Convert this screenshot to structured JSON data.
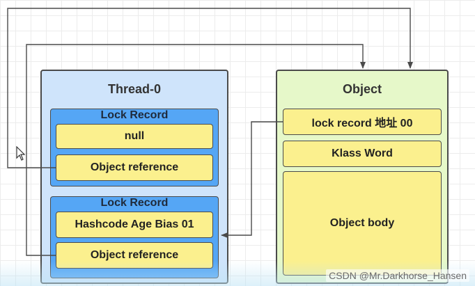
{
  "thread": {
    "title": "Thread-0",
    "records": [
      {
        "header": "Lock Record",
        "top_cell": "null",
        "bottom_cell": "Object reference"
      },
      {
        "header": "Lock Record",
        "top_cell": "Hashcode Age Bias 01",
        "bottom_cell": "Object reference"
      }
    ]
  },
  "object": {
    "title": "Object",
    "mark_word": "lock record 地址 00",
    "klass_word": "Klass Word",
    "body": "Object body"
  },
  "watermark": "CSDN @Mr.Darkhorse_Hansen",
  "colors": {
    "thread_panel": "#cfe4fb",
    "object_panel": "#e6f8c9",
    "lock_record": "#55a6f5",
    "cell": "#fbf08e",
    "line": "#4a4a4a"
  }
}
